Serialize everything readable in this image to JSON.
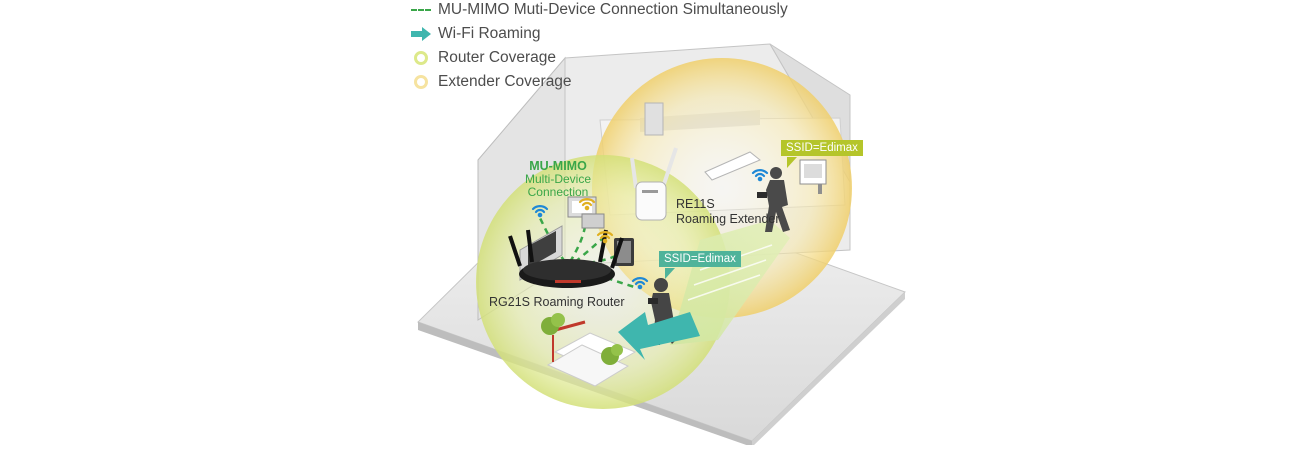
{
  "legend": {
    "items": [
      {
        "label": "MU-MIMO Muti-Device Connection Simultaneously",
        "symbol": "dashed-line-icon",
        "color": "#3aa649"
      },
      {
        "label": "Wi-Fi Roaming",
        "symbol": "roaming-arrow-icon",
        "color": "#3fb6ae"
      },
      {
        "label": "Router Coverage",
        "symbol": "ring-icon",
        "color": "#dde98a"
      },
      {
        "label": "Extender Coverage",
        "symbol": "ring-icon",
        "color": "#f6e3a0"
      }
    ]
  },
  "labels": {
    "mu_mimo_title": "MU-MIMO",
    "mu_mimo_line1": "Multi-Device",
    "mu_mimo_line2": "Connection",
    "extender_model": "RE11S",
    "extender_name": "Roaming Extender",
    "router_name": "RG21S Roaming Router",
    "ssid_upper": "SSID=Edimax",
    "ssid_lower": "SSID=Edimax"
  },
  "colors": {
    "router_coverage": "#dfe98a",
    "extender_coverage": "#f5d980",
    "mimo_green": "#3aa649",
    "wifi_blue": "#1e88d6",
    "roaming_arrow": "#3fb6ae",
    "ssid_green": "#b5c52a",
    "ssid_teal": "#4fb39a"
  }
}
